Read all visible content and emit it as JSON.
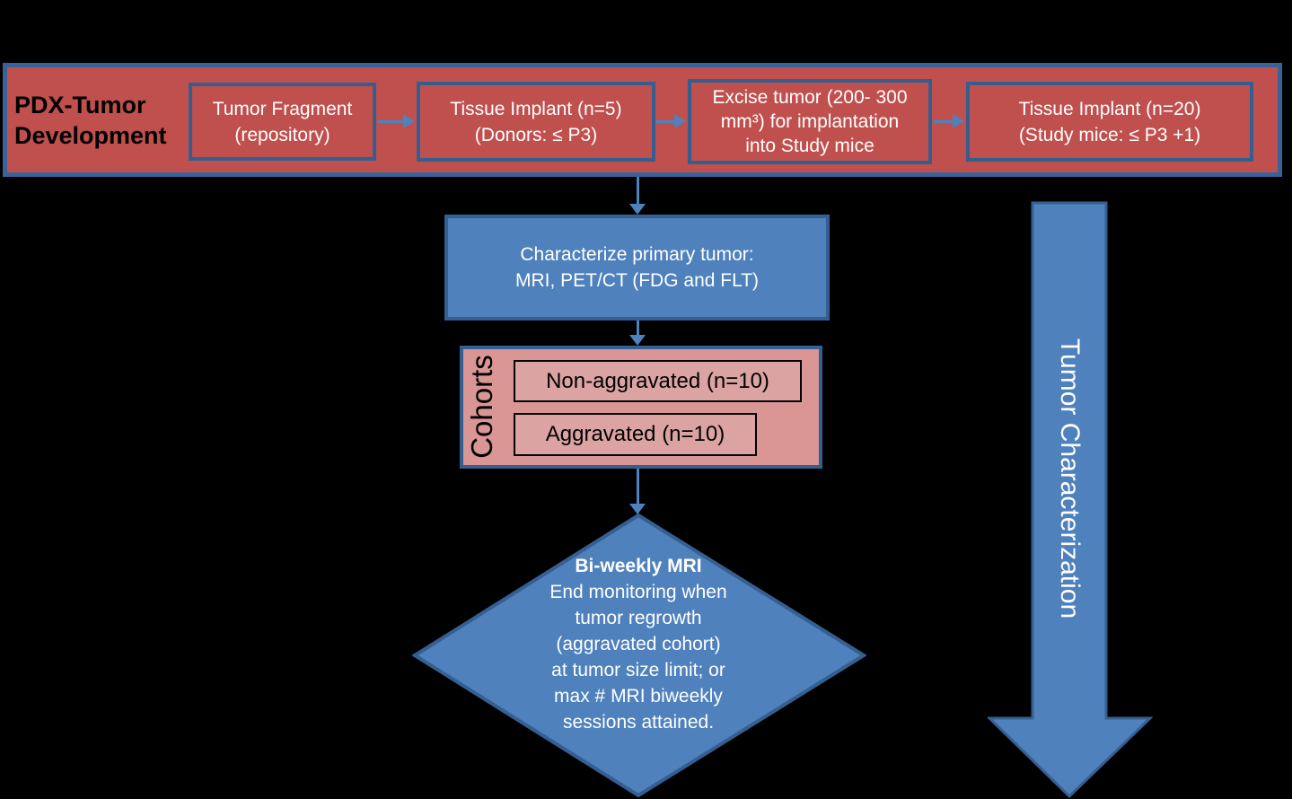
{
  "colors": {
    "background": "#000000",
    "red_fill": "#c0504d",
    "pink_fill": "#d99694",
    "pink_inner_fill": "#dba3a1",
    "blue_fill": "#4f81bd",
    "dark_blue_border": "#365f91",
    "connector_blue": "#4f81bd",
    "text_dark": "#000000",
    "text_light": "#ffffff"
  },
  "banner": {
    "title_lines": [
      "PDX-Tumor",
      "Development"
    ],
    "boxes": [
      {
        "lines": [
          "Tumor Fragment",
          "(repository)"
        ]
      },
      {
        "lines": [
          "Tissue Implant (n=5)",
          "(Donors: ≤ P3)"
        ]
      },
      {
        "lines": [
          "Excise tumor (200- 300",
          "mm³) for implantation",
          "into Study mice"
        ]
      },
      {
        "lines": [
          "Tissue Implant (n=20)",
          "(Study mice: ≤ P3 +1)"
        ]
      }
    ]
  },
  "flow": {
    "characterize_box": {
      "lines": [
        "Characterize primary tumor:",
        "MRI, PET/CT (FDG and FLT)"
      ]
    },
    "cohorts": {
      "label": "Cohorts",
      "items": [
        "Non-aggravated (n=10)",
        "Aggravated (n=10)"
      ]
    },
    "diamond": {
      "lines": [
        "Bi-weekly MRI",
        "End monitoring when",
        "tumor regrowth",
        "(aggravated cohort)",
        "at tumor size limit; or",
        "max # MRI biweekly",
        "sessions attained."
      ]
    }
  },
  "side_arrow": {
    "label": "Tumor Characterization"
  }
}
